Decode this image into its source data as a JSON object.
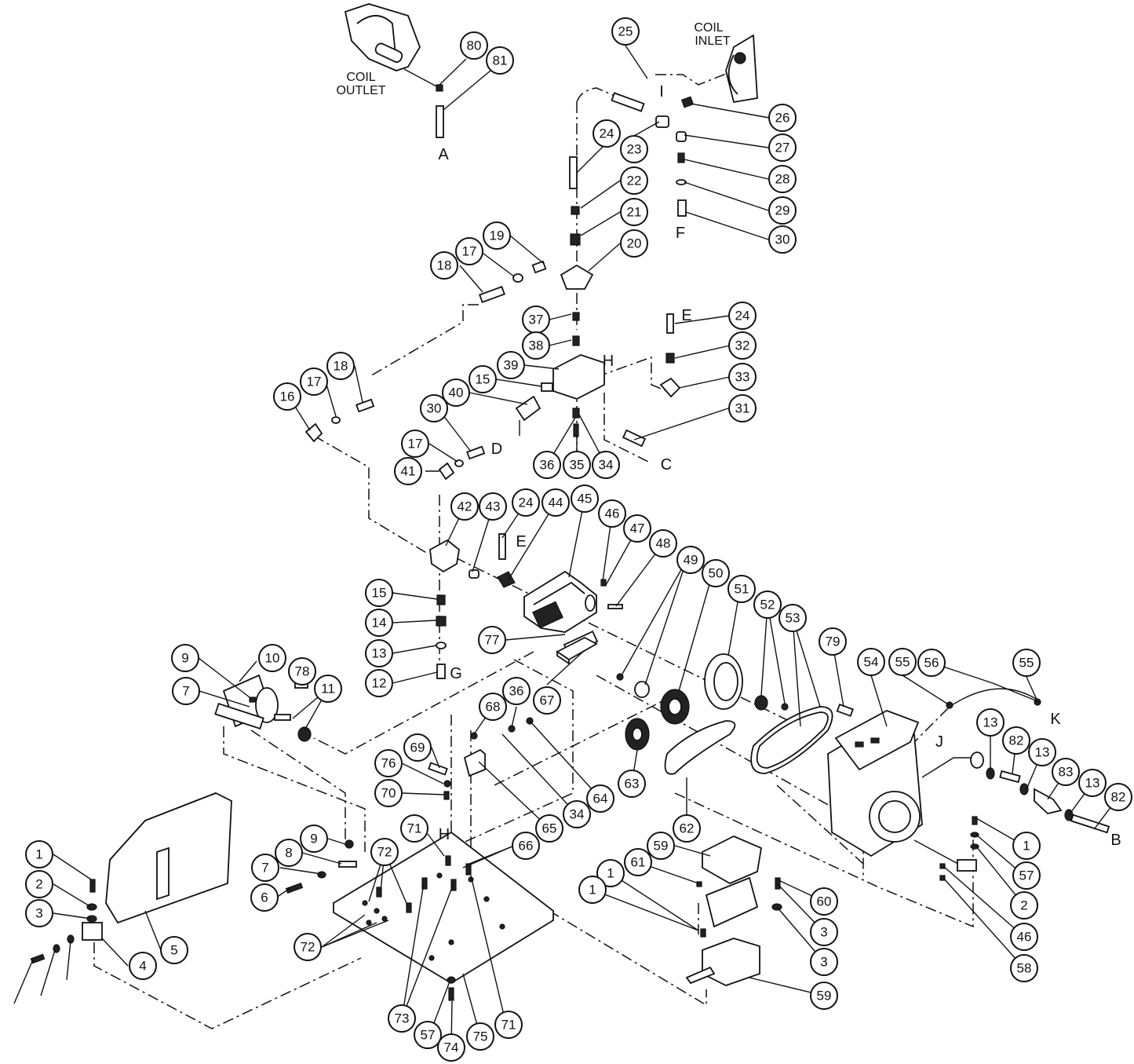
{
  "labels": {
    "coil_outlet": [
      "COIL",
      "OUTLET"
    ],
    "coil_inlet": [
      "COIL",
      "INLET"
    ]
  },
  "letters": [
    "A",
    "B",
    "C",
    "D",
    "E",
    "E",
    "F",
    "G",
    "H",
    "H",
    "I",
    "J",
    "K"
  ],
  "callouts": [
    "80",
    "81",
    "25",
    "26",
    "27",
    "28",
    "29",
    "30",
    "24",
    "23",
    "22",
    "21",
    "20",
    "19",
    "17",
    "18",
    "37",
    "38",
    "39",
    "15",
    "40",
    "24",
    "32",
    "33",
    "31",
    "16",
    "17",
    "18",
    "30",
    "17",
    "41",
    "36",
    "35",
    "34",
    "42",
    "43",
    "24",
    "44",
    "45",
    "46",
    "47",
    "48",
    "49",
    "50",
    "51",
    "52",
    "53",
    "15",
    "14",
    "13",
    "12",
    "77",
    "9",
    "10",
    "7",
    "78",
    "11",
    "79",
    "54",
    "55",
    "56",
    "55",
    "68",
    "36",
    "67",
    "69",
    "76",
    "70",
    "63",
    "64",
    "34",
    "65",
    "62",
    "13",
    "82",
    "13",
    "83",
    "13",
    "82",
    "1",
    "57",
    "2",
    "46",
    "58",
    "1",
    "2",
    "3",
    "4",
    "5",
    "9",
    "8",
    "7",
    "6",
    "72",
    "71",
    "66",
    "72",
    "73",
    "57",
    "74",
    "75",
    "71",
    "59",
    "61",
    "60",
    "1",
    "3",
    "1",
    "3",
    "59"
  ]
}
